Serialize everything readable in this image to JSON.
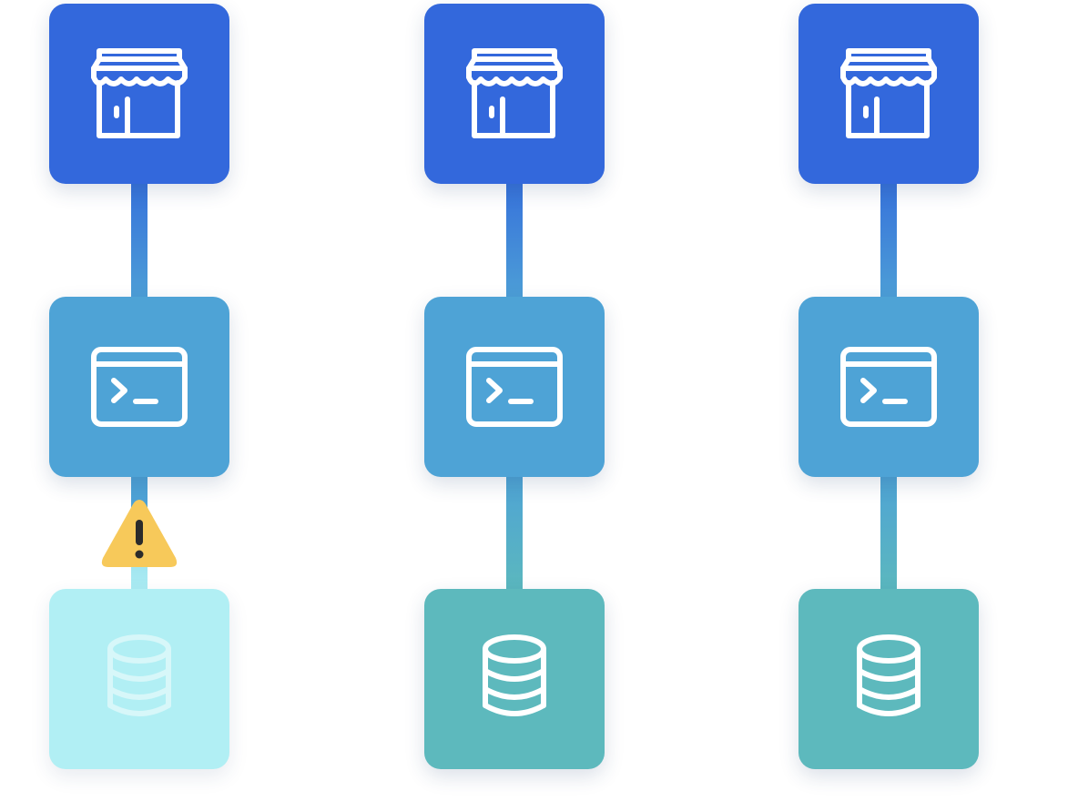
{
  "colors": {
    "store_node": "#3368dc",
    "terminal_node": "#4ea3d6",
    "database_node": "#5db9bd",
    "database_node_degraded": "#b1eff4",
    "icon_stroke": "#ffffff",
    "icon_stroke_degraded": "#d7f7f9",
    "warning_fill": "#f7c95a",
    "warning_mark": "#2b2b2b"
  },
  "columns": [
    {
      "nodes": [
        {
          "icon": "store-icon"
        },
        {
          "icon": "terminal-icon"
        },
        {
          "icon": "database-icon",
          "state": "degraded"
        }
      ],
      "alert": {
        "icon": "warning-icon",
        "between": [
          "terminal",
          "database"
        ]
      }
    },
    {
      "nodes": [
        {
          "icon": "store-icon"
        },
        {
          "icon": "terminal-icon"
        },
        {
          "icon": "database-icon",
          "state": "normal"
        }
      ]
    },
    {
      "nodes": [
        {
          "icon": "store-icon"
        },
        {
          "icon": "terminal-icon"
        },
        {
          "icon": "database-icon",
          "state": "normal"
        }
      ]
    }
  ]
}
